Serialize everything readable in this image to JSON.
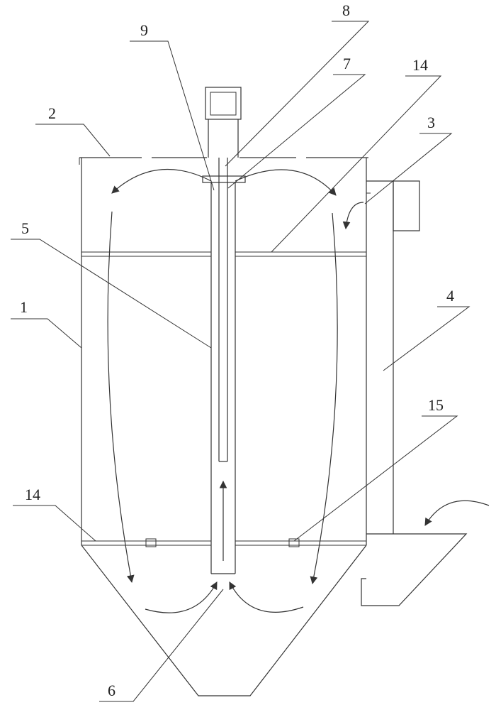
{
  "labels": {
    "l1": "1",
    "l2": "2",
    "l3": "3",
    "l4": "4",
    "l5": "5",
    "l6": "6",
    "l7": "7",
    "l8": "8",
    "l9": "9",
    "l14_top": "14",
    "l14_bottom": "14",
    "l15": "15"
  }
}
